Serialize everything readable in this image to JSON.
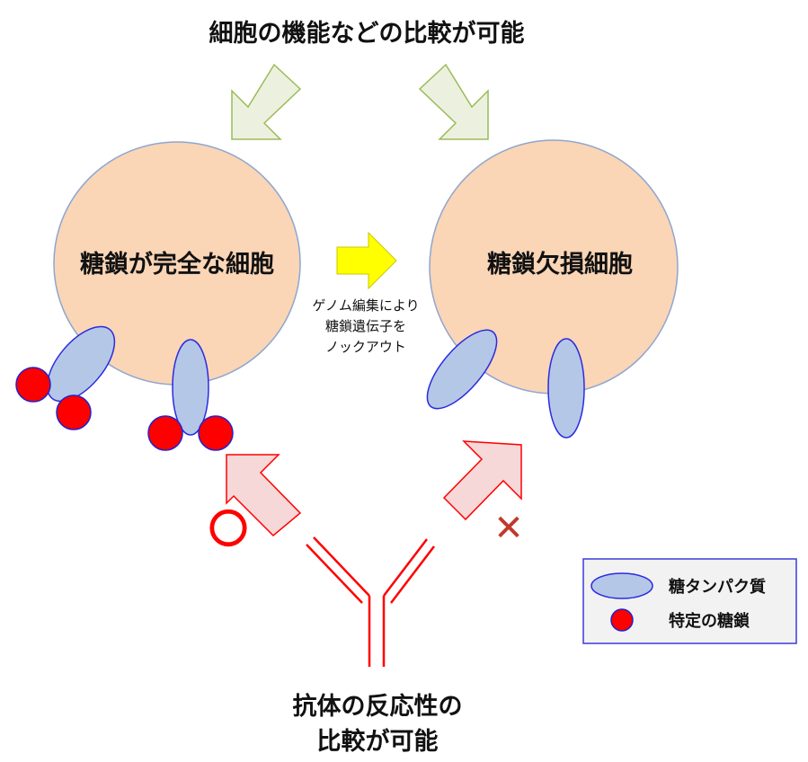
{
  "top_caption": "細胞の機能などの比較が可能",
  "left_cell": {
    "label": "糖鎖が完全な細胞"
  },
  "right_cell": {
    "label": "糖鎖欠損細胞"
  },
  "process_note": [
    "ゲノム編集により",
    "糖鎖遺伝子を",
    "ノックアウト"
  ],
  "marks": {
    "positive": "〇",
    "negative": "✕"
  },
  "bottom_caption": [
    "抗体の反応性の",
    "比較が可能"
  ],
  "legend": {
    "glycoprotein": "糖タンパク質",
    "glycan": "特定の糖鎖"
  },
  "colors": {
    "cell_fill": "#fad5b6",
    "cell_stroke": "#8ea6cf",
    "glycoprotein_fill": "#b4c7e7",
    "glycoprotein_stroke": "#2b2be0",
    "glycan_fill": "#ff0000",
    "glycan_stroke": "#2222cc",
    "green_arrow_fill": "#ebf1de",
    "green_arrow_stroke": "#9bbb59",
    "yellow_arrow_fill": "#ffff00",
    "pink_arrow_fill": "#f6d8d8",
    "pink_arrow_stroke": "#ff0000",
    "antibody": "#ff0000",
    "cross": "#c0392b"
  }
}
